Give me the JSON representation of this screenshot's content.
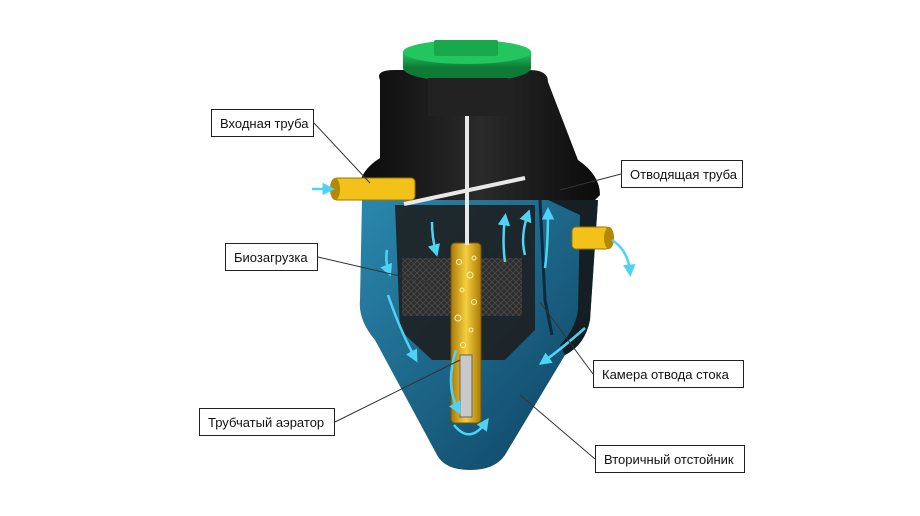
{
  "labels": {
    "inlet_pipe": "Входная труба",
    "outlet_pipe": "Отводящая труба",
    "bio_load": "Биозагрузка",
    "drain_chamber": "Камера отвода стока",
    "tube_aerator": "Трубчатый аэратор",
    "secondary_settler": "Вторичный отстойник"
  },
  "colors": {
    "tank_body": "#151515",
    "lid": "#17a34a",
    "water": "#1f6f93",
    "bio_media": "#2b2b2b",
    "pipe": "#f2c21b",
    "aerator": "#e6b422",
    "flow_arrows": "#4fd3f5"
  }
}
